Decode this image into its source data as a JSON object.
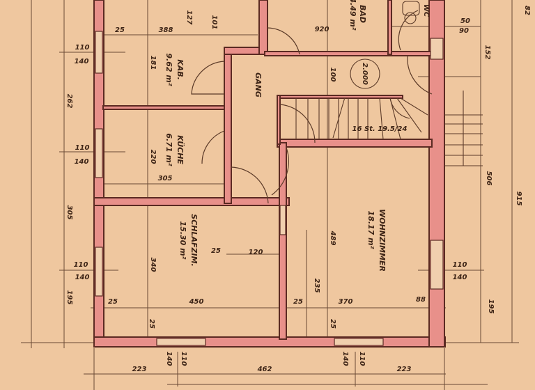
{
  "rooms": {
    "kab": {
      "name": "KAB.",
      "area": "9.62 m²"
    },
    "kueche": {
      "name": "KÜCHE",
      "area": "6.71 m²"
    },
    "gang": {
      "name": "GANG"
    },
    "bad": {
      "name": "BAD",
      "area": "4.49 m²"
    },
    "wc": {
      "name": "WC"
    },
    "schlafzimmer": {
      "name": "SCHLAFZIM.",
      "area": "15.30 m²"
    },
    "wohnzimmer": {
      "name": "WOHNZIMMER",
      "area": "18.17 m²"
    }
  },
  "level_marker": "2.000",
  "stair_label": "16 St. 19.5/24",
  "colors": {
    "paper": "#efc79f",
    "wall": "#e8908a",
    "ink": "#3d2416"
  },
  "dims": [
    "25",
    "388",
    "127",
    "101",
    "110",
    "140",
    "262",
    "181",
    "110",
    "140",
    "220",
    "305",
    "920",
    "100",
    "50",
    "90",
    "82",
    "152",
    "506",
    "915",
    "305",
    "195",
    "110",
    "140",
    "25",
    "450",
    "340",
    "120",
    "25",
    "489",
    "235",
    "25",
    "370",
    "88",
    "110",
    "140",
    "195",
    "223",
    "462",
    "223",
    "140",
    "110",
    "140",
    "110",
    "25",
    "25"
  ]
}
